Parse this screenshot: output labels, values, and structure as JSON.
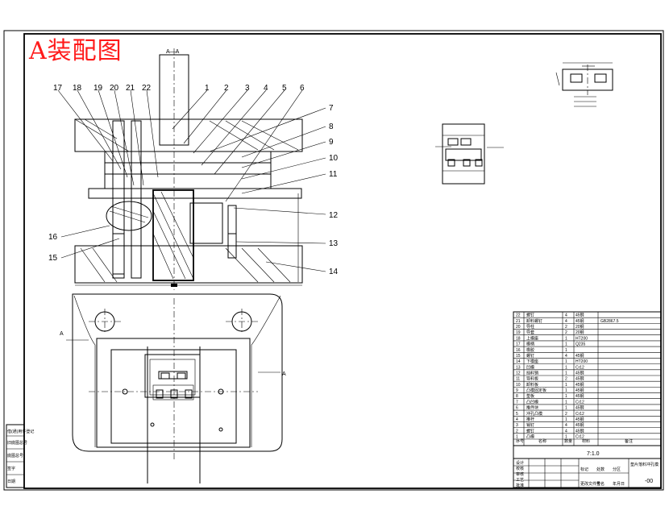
{
  "drawing": {
    "title": "A装配图",
    "section_label": "A—A",
    "cut_label_left": "A",
    "cut_label_right": "A",
    "callouts": [
      "1",
      "2",
      "3",
      "4",
      "5",
      "6",
      "7",
      "8",
      "9",
      "10",
      "11",
      "12",
      "13",
      "14",
      "15",
      "16",
      "17",
      "18",
      "19",
      "20",
      "21",
      "22"
    ]
  },
  "title_block": {
    "scale": "7:1.0",
    "drawing_no": "-00",
    "part_name": "垫片落料冲孔模",
    "header": [
      "序号",
      "名称",
      "数量",
      "材料",
      "备注"
    ],
    "rows": [
      [
        "22",
        "螺钉",
        "4",
        "45钢",
        ""
      ],
      [
        "21",
        "卸料螺钉",
        "4",
        "45钢",
        "GB2867.5"
      ],
      [
        "20",
        "导柱",
        "2",
        "20钢",
        ""
      ],
      [
        "19",
        "导套",
        "2",
        "20钢",
        ""
      ],
      [
        "18",
        "上模座",
        "1",
        "HT200",
        ""
      ],
      [
        "17",
        "模柄",
        "1",
        "Q235",
        ""
      ],
      [
        "16",
        "橡胶",
        "1",
        "",
        ""
      ],
      [
        "15",
        "螺钉",
        "4",
        "45钢",
        ""
      ],
      [
        "14",
        "下模座",
        "1",
        "HT200",
        ""
      ],
      [
        "13",
        "凹模",
        "1",
        "Cr12",
        ""
      ],
      [
        "12",
        "挡料销",
        "1",
        "45钢",
        ""
      ],
      [
        "11",
        "导料板",
        "2",
        "45钢",
        ""
      ],
      [
        "10",
        "卸料板",
        "1",
        "45钢",
        ""
      ],
      [
        "9",
        "凸模固定板",
        "1",
        "45钢",
        ""
      ],
      [
        "8",
        "垫板",
        "1",
        "45钢",
        ""
      ],
      [
        "7",
        "凸凹模",
        "1",
        "Cr12",
        ""
      ],
      [
        "6",
        "推件块",
        "1",
        "45钢",
        ""
      ],
      [
        "5",
        "冲孔凸模",
        "2",
        "Cr12",
        ""
      ],
      [
        "4",
        "推杆",
        "1",
        "45钢",
        ""
      ],
      [
        "3",
        "销钉",
        "4",
        "45钢",
        ""
      ],
      [
        "2",
        "螺钉",
        "4",
        "45钢",
        ""
      ],
      [
        "1",
        "凸模",
        "1",
        "Cr12",
        ""
      ]
    ],
    "left_strip": [
      "借(通)用件登记",
      "旧底图总号",
      "底图总号",
      "签字",
      "日期"
    ],
    "sign_rows": [
      "标记",
      "处数",
      "分区",
      "更改文件号",
      "签名",
      "年月日",
      "设计",
      "校核",
      "审核",
      "工艺",
      "批准"
    ]
  }
}
